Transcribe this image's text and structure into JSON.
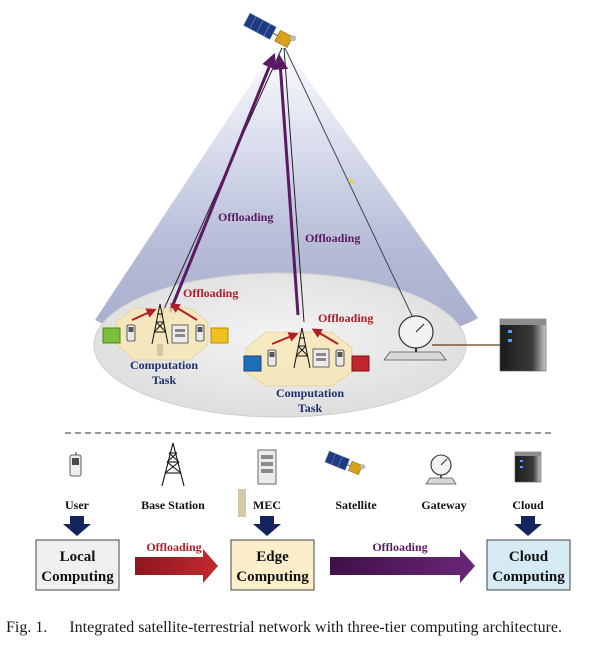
{
  "diagram": {
    "upper": {
      "offloading_left_tall": "Offloading",
      "offloading_right_tall": "Offloading",
      "offloading_left_cluster": "Offloading",
      "offloading_right_cluster": "Offloading",
      "left_task_line1": "Computation",
      "left_task_line2": "Task",
      "right_task_line1": "Computation",
      "right_task_line2": "Task"
    },
    "legend": {
      "items": [
        {
          "label": "User",
          "icon": "phone-icon"
        },
        {
          "label": "Base Station",
          "icon": "tower-icon"
        },
        {
          "label": "MEC",
          "icon": "server-icon"
        },
        {
          "label": "Satellite",
          "icon": "satellite-icon"
        },
        {
          "label": "Gateway",
          "icon": "dish-icon"
        },
        {
          "label": "Cloud",
          "icon": "cloud-server-icon"
        }
      ]
    },
    "tiers": {
      "local_line1": "Local",
      "local_line2": "Computing",
      "edge_line1": "Edge",
      "edge_line2": "Computing",
      "cloud_line1": "Cloud",
      "cloud_line2": "Computing",
      "offloading_1": "Offloading",
      "offloading_2": "Offloading"
    },
    "colors": {
      "offload_purple": "#5a1a63",
      "offload_red": "#b01e28",
      "task_blue": "#1f2f6e",
      "arrow_navy": "#14245c",
      "local_fill": "#f0f0f0",
      "edge_fill": "#fbeecb",
      "cloud_fill": "#d5eaf2"
    }
  },
  "caption": {
    "label": "Fig. 1.",
    "text": "Integrated satellite-terrestrial network with three-tier computing architecture."
  }
}
